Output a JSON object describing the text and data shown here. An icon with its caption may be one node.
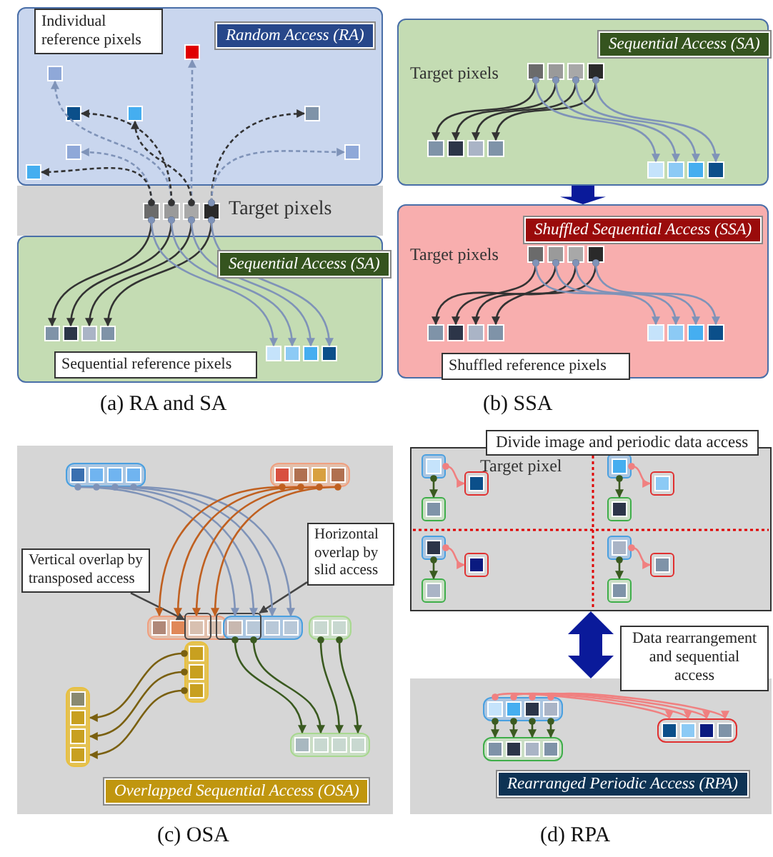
{
  "diagram": {
    "nodes": [
      {
        "text": [
          "Random Access (RA)"
        ]
      },
      {
        "text": [
          "Individual reference pixels"
        ],
        "in": 0
      },
      {
        "text": [
          "Target pixels"
        ]
      },
      {
        "text": [
          "Sequential Access (SA)"
        ]
      },
      {
        "text": [
          "Sequential reference pixels"
        ],
        "in": 3
      },
      {
        "text": [
          "Sequential Access (SA)",
          "Target pixels"
        ]
      },
      {
        "text": [
          "Shuffled Sequential Access (SSA)",
          "Target pixels"
        ]
      },
      {
        "text": [
          "Shuffled reference pixels"
        ],
        "in": 6
      },
      {
        "text": [
          "Overlapped Sequential Access (OSA)"
        ]
      },
      {
        "text": [
          "Vertical overlap by transposed access"
        ],
        "in": 8
      },
      {
        "text": [
          "Horizontal overlap by slid access"
        ],
        "in": 8
      },
      {
        "text": [
          "Divide image and periodic data access",
          "Target pixel"
        ]
      },
      {
        "text": [
          "Rearranged Periodic Access (RPA)"
        ]
      },
      {
        "text": [
          "Data rearrangement and sequential access"
        ]
      },
      {
        "text": [],
        "shape": "bar",
        "in": 2
      },
      {
        "text": [],
        "shape": "box",
        "in": 0
      },
      {
        "text": [],
        "shape": "box",
        "in": 0
      },
      {
        "text": [],
        "shape": "box",
        "in": 0
      },
      {
        "text": [],
        "shape": "box",
        "in": 0
      },
      {
        "text": [],
        "shape": "box",
        "in": 0
      },
      {
        "text": [],
        "shape": "box",
        "in": 0
      },
      {
        "text": [],
        "shape": "box",
        "in": 0
      },
      {
        "text": [],
        "shape": "box",
        "in": 0
      },
      {
        "text": [],
        "shape": "bar",
        "in": 3
      },
      {
        "text": [],
        "shape": "bar",
        "in": 3
      },
      {
        "text": [],
        "shape": "bar",
        "in": 5
      },
      {
        "text": [],
        "shape": "bar",
        "in": 5
      },
      {
        "text": [],
        "shape": "bar",
        "in": 5
      },
      {
        "text": [],
        "shape": "bar",
        "in": 6
      },
      {
        "text": [],
        "shape": "bar",
        "in": 6
      },
      {
        "text": [],
        "shape": "bar",
        "in": 6
      },
      {
        "text": [],
        "shape": "bar",
        "in": 8
      },
      {
        "text": [],
        "shape": "bar",
        "in": 8
      },
      {
        "text": [],
        "shape": "bar",
        "in": 8
      },
      {
        "text": [],
        "shape": "bar",
        "in": 8
      },
      {
        "text": [],
        "shape": "bar",
        "in": 8
      },
      {
        "text": [],
        "shape": "bar",
        "in": 8
      },
      {
        "text": [],
        "shape": "bar",
        "in": 8
      },
      {
        "text": [],
        "shape": "bar",
        "in": 8
      },
      {
        "text": [],
        "shape": "box",
        "in": 11
      },
      {
        "text": [],
        "shape": "box",
        "in": 11
      },
      {
        "text": [],
        "shape": "box",
        "in": 11
      },
      {
        "text": [],
        "shape": "box",
        "in": 11
      },
      {
        "text": [],
        "shape": "box",
        "in": 11
      },
      {
        "text": [],
        "shape": "box",
        "in": 11
      },
      {
        "text": [],
        "shape": "box",
        "in": 11
      },
      {
        "text": [],
        "shape": "box",
        "in": 11
      },
      {
        "text": [],
        "shape": "box",
        "in": 11
      },
      {
        "text": [],
        "shape": "box",
        "in": 11
      },
      {
        "text": [],
        "shape": "box",
        "in": 11
      },
      {
        "text": [],
        "shape": "box",
        "in": 11
      },
      {
        "text": [],
        "shape": "bar",
        "in": 12
      },
      {
        "text": [],
        "shape": "bar",
        "in": 12
      },
      {
        "text": [],
        "shape": "bar",
        "in": 12
      },
      {
        "text": [],
        "shape": "box",
        "in": 8
      },
      {
        "text": [],
        "shape": "box",
        "in": 8
      }
    ],
    "edges": [
      {
        "from": 5,
        "to": 6,
        "arrow": "to",
        "style": "thick",
        "color": "#0a1a9a"
      },
      {
        "from": 11,
        "to": 12,
        "arrow": "both",
        "style": "thick",
        "color": "#0a1a9a"
      },
      {
        "from": 9,
        "to": 54,
        "arrow": "to",
        "color": "#444444"
      },
      {
        "from": 10,
        "to": 55,
        "arrow": "to",
        "color": "#444444"
      },
      {
        "from": 14,
        "to": 15,
        "arrow": "to",
        "style": "dashed"
      },
      {
        "from": 14,
        "to": 16,
        "arrow": "to",
        "style": "dashed"
      },
      {
        "from": 14,
        "to": 17,
        "arrow": "to",
        "style": "dashed",
        "color": "#333333"
      },
      {
        "from": 14,
        "to": 18,
        "arrow": "to",
        "style": "dashed",
        "color": "#333333"
      },
      {
        "from": 14,
        "to": 19,
        "arrow": "to",
        "style": "dashed",
        "color": "#333333"
      },
      {
        "from": 14,
        "to": 20,
        "arrow": "to",
        "style": "dashed"
      },
      {
        "from": 14,
        "to": 21,
        "arrow": "to",
        "style": "dashed"
      },
      {
        "from": 14,
        "to": 22,
        "arrow": "to",
        "style": "dashed",
        "color": "#333333"
      },
      {
        "from": 14,
        "to": 23,
        "arrow": "to",
        "color": "#333333"
      },
      {
        "from": 14,
        "to": 23,
        "arrow": "to",
        "color": "#333333"
      },
      {
        "from": 14,
        "to": 23,
        "arrow": "to",
        "color": "#333333"
      },
      {
        "from": 14,
        "to": 23,
        "arrow": "to",
        "color": "#333333"
      },
      {
        "from": 14,
        "to": 24,
        "arrow": "to"
      },
      {
        "from": 14,
        "to": 24,
        "arrow": "to"
      },
      {
        "from": 14,
        "to": 24,
        "arrow": "to"
      },
      {
        "from": 14,
        "to": 24,
        "arrow": "to"
      },
      {
        "from": 25,
        "to": 26,
        "arrow": "to",
        "color": "#333333"
      },
      {
        "from": 25,
        "to": 26,
        "arrow": "to",
        "color": "#333333"
      },
      {
        "from": 25,
        "to": 26,
        "arrow": "to",
        "color": "#333333"
      },
      {
        "from": 25,
        "to": 26,
        "arrow": "to",
        "color": "#333333"
      },
      {
        "from": 25,
        "to": 27,
        "arrow": "to"
      },
      {
        "from": 25,
        "to": 27,
        "arrow": "to"
      },
      {
        "from": 25,
        "to": 27,
        "arrow": "to"
      },
      {
        "from": 25,
        "to": 27,
        "arrow": "to"
      },
      {
        "from": 28,
        "to": 29,
        "arrow": "to",
        "color": "#333333"
      },
      {
        "from": 28,
        "to": 29,
        "arrow": "to",
        "color": "#333333"
      },
      {
        "from": 28,
        "to": 29,
        "arrow": "to",
        "color": "#333333"
      },
      {
        "from": 28,
        "to": 29,
        "arrow": "to",
        "color": "#333333"
      },
      {
        "from": 28,
        "to": 30,
        "arrow": "to"
      },
      {
        "from": 28,
        "to": 30,
        "arrow": "to"
      },
      {
        "from": 28,
        "to": 30,
        "arrow": "to"
      },
      {
        "from": 28,
        "to": 30,
        "arrow": "to"
      },
      {
        "from": 31,
        "to": 34,
        "arrow": "to"
      },
      {
        "from": 31,
        "to": 34,
        "arrow": "to"
      },
      {
        "from": 31,
        "to": 34,
        "arrow": "to"
      },
      {
        "from": 31,
        "to": 34,
        "arrow": "to"
      },
      {
        "from": 32,
        "to": 33,
        "arrow": "to",
        "color": "#c06020"
      },
      {
        "from": 32,
        "to": 33,
        "arrow": "to",
        "color": "#c06020"
      },
      {
        "from": 32,
        "to": 33,
        "arrow": "to",
        "color": "#c06020"
      },
      {
        "from": 32,
        "to": 33,
        "arrow": "to",
        "color": "#c06020"
      },
      {
        "from": 34,
        "to": 38,
        "arrow": "to",
        "color": "#3a5a20"
      },
      {
        "from": 34,
        "to": 38,
        "arrow": "to",
        "color": "#3a5a20"
      },
      {
        "from": 35,
        "to": 38,
        "arrow": "to",
        "color": "#3a5a20"
      },
      {
        "from": 35,
        "to": 38,
        "arrow": "to",
        "color": "#3a5a20"
      },
      {
        "from": 36,
        "to": 37,
        "arrow": "to",
        "color": "#7a6010"
      },
      {
        "from": 36,
        "to": 37,
        "arrow": "to",
        "color": "#7a6010"
      },
      {
        "from": 36,
        "to": 37,
        "arrow": "to",
        "color": "#7a6010"
      },
      {
        "from": 39,
        "to": 40,
        "arrow": "to",
        "color": "#f08080"
      },
      {
        "from": 39,
        "to": 41,
        "arrow": "to",
        "color": "#3a5a20"
      },
      {
        "from": 42,
        "to": 43,
        "arrow": "to",
        "color": "#f08080"
      },
      {
        "from": 42,
        "to": 44,
        "arrow": "to",
        "color": "#3a5a20"
      },
      {
        "from": 45,
        "to": 46,
        "arrow": "to",
        "color": "#f08080"
      },
      {
        "from": 45,
        "to": 47,
        "arrow": "to",
        "color": "#3a5a20"
      },
      {
        "from": 48,
        "to": 49,
        "arrow": "to",
        "color": "#f08080"
      },
      {
        "from": 48,
        "to": 50,
        "arrow": "to",
        "color": "#3a5a20"
      },
      {
        "from": 51,
        "to": 52,
        "arrow": "to",
        "color": "#f08080"
      },
      {
        "from": 51,
        "to": 52,
        "arrow": "to",
        "color": "#f08080"
      },
      {
        "from": 51,
        "to": 52,
        "arrow": "to",
        "color": "#f08080"
      },
      {
        "from": 51,
        "to": 52,
        "arrow": "to",
        "color": "#f08080"
      },
      {
        "from": 51,
        "to": 53,
        "arrow": "to",
        "color": "#3a5a20"
      },
      {
        "from": 51,
        "to": 53,
        "arrow": "to",
        "color": "#3a5a20"
      },
      {
        "from": 51,
        "to": 53,
        "arrow": "to",
        "color": "#3a5a20"
      },
      {
        "from": 51,
        "to": 53,
        "arrow": "to",
        "color": "#3a5a20"
      }
    ],
    "labels": [
      "(a) RA and SA",
      "(b) SSA",
      "(c) OSA",
      "(d) RPA"
    ]
  }
}
